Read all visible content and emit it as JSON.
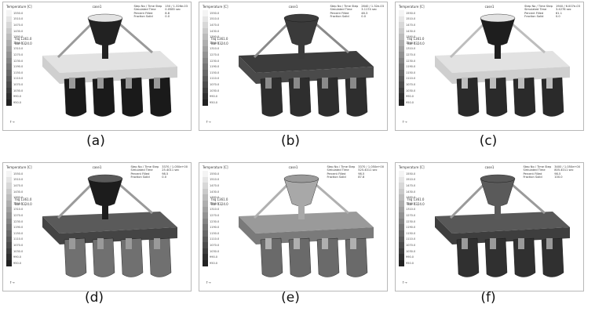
{
  "panels": [
    {
      "id": "a",
      "label": "(a)",
      "title": "Temperature [C]",
      "view": "case1",
      "info": [
        "Step No / Time Step",
        "150 / 1.326e-03",
        "Simulated Time",
        "0.0585 sec",
        "Percent Filled",
        "8.8",
        "Fraction Solid",
        "0.0"
      ]
    },
    {
      "id": "b",
      "label": "(b)",
      "title": "Temperature [C]",
      "view": "case1",
      "info": [
        "Step No / Time Step",
        "2640 / 1.32e-03",
        "Simulated Time",
        "3.1174 sec",
        "Percent Filled",
        "48.3",
        "Fraction Solid",
        "0.0"
      ]
    },
    {
      "id": "c",
      "label": "(c)",
      "title": "Temperature [C]",
      "view": "case1",
      "info": [
        "Step No / Time Step",
        "1940 / 6.007e-03",
        "Simulated Time",
        "3.4276 sec",
        "Percent Filled",
        "61.1",
        "Fraction Solid",
        "0.0"
      ]
    },
    {
      "id": "d",
      "label": "(d)",
      "title": "Temperature [C]",
      "view": "case1",
      "info": [
        "Step No / Time Step",
        "3370 / 1.050e+00",
        "Simulated Time",
        "25.4011 sec",
        "Percent Filled",
        "98.5",
        "Fraction Solid",
        "0.0"
      ]
    },
    {
      "id": "e",
      "label": "(e)",
      "title": "Temperature [C]",
      "view": "case1",
      "info": [
        "Step No / Time Step",
        "3370 / 1.050e+00",
        "Simulated Time",
        "525.4011 sec",
        "Percent Filled",
        "98.5",
        "Fraction Solid",
        "87.8"
      ]
    },
    {
      "id": "f",
      "label": "(f)",
      "title": "Temperature [C]",
      "view": "case1",
      "info": [
        "Step No / Time Step",
        "3400 / 1.050e+00",
        "Simulated Time",
        "805.4011 sec",
        "Percent Filled",
        "98.5",
        "Fraction Solid",
        "100.0"
      ]
    }
  ],
  "legend_values": [
    "1550.0",
    "1510.0",
    "1470.0",
    "1430.0",
    "1390.0",
    "1350.0",
    "1310.0",
    "1270.0",
    "1230.0",
    "1190.0",
    "1150.0",
    "1110.0",
    "1070.0",
    "1030.0",
    "990.0",
    "950.0"
  ],
  "legend_colors": [
    "#f4f4f4",
    "#e6e6e6",
    "#d8d8d8",
    "#cacaca",
    "#bcbcbc",
    "#aeaeae",
    "#a0a0a0",
    "#929292",
    "#848484",
    "#767676",
    "#686868",
    "#5a5a5a",
    "#4c4c4c",
    "#3e3e3e",
    "#303030",
    "#222222"
  ],
  "markers": {
    "liq": "Tliq  1361.0",
    "sol": "Tsol  1324.0"
  },
  "axes_label": "X",
  "shading": {
    "a": {
      "mold": "#cfcfcf",
      "moldTop": "#e2e2e2",
      "casting": "#1a1a1a",
      "cup": "#222222",
      "bars": "#9a9a9a"
    },
    "b": {
      "mold": "#4a4a4a",
      "moldTop": "#3c3c3c",
      "casting": "#2e2e2e",
      "cup": "#3a3a3a",
      "bars": "#8a8a8a"
    },
    "c": {
      "mold": "#cfcfcf",
      "moldTop": "#e2e2e2",
      "casting": "#2a2a2a",
      "cup": "#1e1e1e",
      "bars": "#bdbdbd"
    },
    "d": {
      "mold": "#444444",
      "moldTop": "#5a5a5a",
      "casting": "#707070",
      "cup": "#1c1c1c",
      "bars": "#9a9a9a"
    },
    "e": {
      "mold": "#7a7a7a",
      "moldTop": "#9a9a9a",
      "casting": "#6a6a6a",
      "cup": "#a8a8a8",
      "bars": "#b0b0b0"
    },
    "f": {
      "mold": "#3e3e3e",
      "moldTop": "#585858",
      "casting": "#303030",
      "cup": "#5a5a5a",
      "bars": "#9a9a9a"
    }
  }
}
